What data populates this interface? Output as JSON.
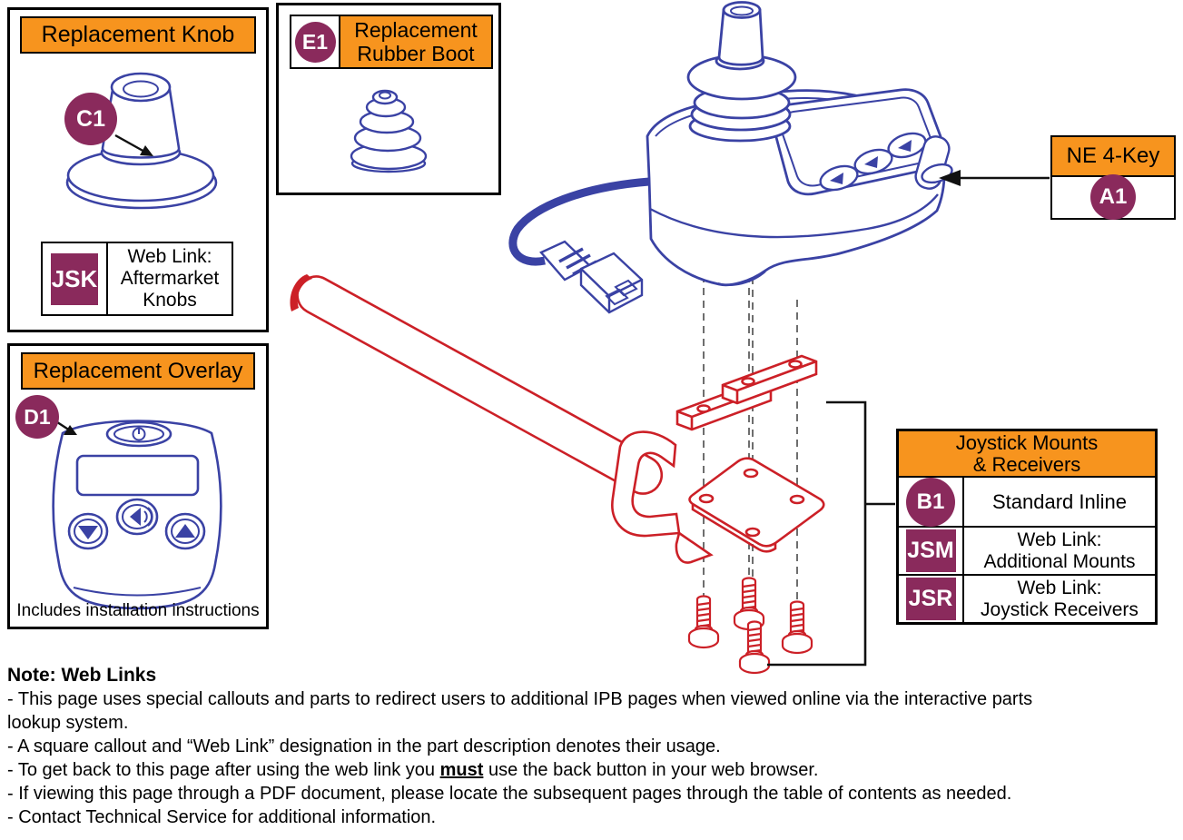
{
  "colors": {
    "orange": "#F7941E",
    "purple": "#8A2A5C",
    "blue": "#3A42A4",
    "red": "#CC2027"
  },
  "knob_box": {
    "title": "Replacement Knob",
    "callout": "C1",
    "weblink": {
      "code": "JSK",
      "line1": "Web Link:",
      "line2": "Aftermarket",
      "line3": "Knobs"
    }
  },
  "boot_box": {
    "callout": "E1",
    "title_line1": "Replacement",
    "title_line2": "Rubber Boot"
  },
  "overlay_box": {
    "title": "Replacement Overlay",
    "callout": "D1",
    "caption": "Includes installation instructions"
  },
  "ne_label": {
    "title": "NE 4-Key",
    "callout": "A1"
  },
  "mounts_table": {
    "title_line1": "Joystick Mounts",
    "title_line2": "& Receivers",
    "rows": [
      {
        "code": "B1",
        "desc": "Standard Inline"
      },
      {
        "code": "JSM",
        "desc_line1": "Web Link:",
        "desc_line2": "Additional Mounts"
      },
      {
        "code": "JSR",
        "desc_line1": "Web Link:",
        "desc_line2": "Joystick Receivers"
      }
    ]
  },
  "notes": {
    "heading": "Note: Web Links",
    "line1a": "- This page uses special callouts and parts to redirect users to additional IPB pages when viewed online via the interactive parts",
    "line1b": "lookup system.",
    "line2": "- A square callout and “Web Link” designation in the part description denotes their usage.",
    "line3_pre": "- To get back to this page after using the web link you ",
    "line3_emph": "must",
    "line3_post": " use the back button in your web browser.",
    "line4": "- If viewing this page through a PDF document, please locate the subsequent pages through the table of contents as needed.",
    "line5": "- Contact Technical Service for additional information."
  }
}
